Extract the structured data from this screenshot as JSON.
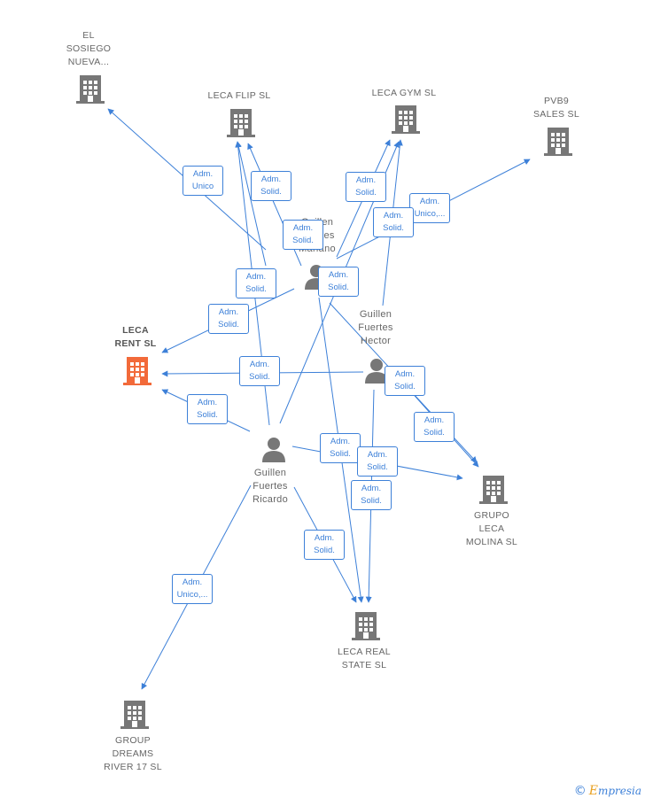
{
  "colors": {
    "edge": "#3d80d8",
    "building": "#777777",
    "highlight": "#f26a3a",
    "person": "#777777"
  },
  "companies": [
    {
      "id": "sosiego",
      "name": "EL\nSOSIEGO\nNUEVA...",
      "icon": "building-icon"
    },
    {
      "id": "flip",
      "name": "LECA FLIP  SL",
      "icon": "building-icon"
    },
    {
      "id": "gym",
      "name": "LECA GYM  SL",
      "icon": "building-icon"
    },
    {
      "id": "pvb9",
      "name": "PVB9\nSALES  SL",
      "icon": "building-icon"
    },
    {
      "id": "rent",
      "name": "LECA\nRENT  SL",
      "icon": "building-icon",
      "highlighted": true
    },
    {
      "id": "molina",
      "name": "GRUPO\nLECA\nMOLINA  SL",
      "icon": "building-icon"
    },
    {
      "id": "realstate",
      "name": "LECA REAL\nSTATE  SL",
      "icon": "building-icon"
    },
    {
      "id": "dreams",
      "name": "GROUP\nDREAMS\nRIVER 17  SL",
      "icon": "building-icon"
    }
  ],
  "people": [
    {
      "id": "mariano",
      "name": "Guillen\nFuertes\nMariano",
      "icon": "person-icon"
    },
    {
      "id": "hector",
      "name": "Guillen\nFuertes\nHector",
      "icon": "person-icon"
    },
    {
      "id": "ricardo",
      "name": "Guillen\nFuertes\nRicardo",
      "icon": "person-icon"
    }
  ],
  "edge_labels": [
    "Adm.\nUnico",
    "Adm.\nSolid.",
    "Adm.\nSolid.",
    "Adm.\nSolid.",
    "Adm.\nUnico,...",
    "Adm.\nSolid.",
    "Adm.\nSolid.",
    "Adm.\nSolid.",
    "Adm.\nSolid.",
    "Adm.\nSolid.",
    "Adm.\nSolid.",
    "Adm.\nSolid.",
    "Adm.\nSolid.",
    "Adm.\nSolid.",
    "Adm.\nSolid.",
    "Adm.\nSolid.",
    "Adm.\nSolid.",
    "Adm.\nUnico,..."
  ],
  "brand": {
    "copyright": "©",
    "initial": "E",
    "name": "mpresia"
  }
}
